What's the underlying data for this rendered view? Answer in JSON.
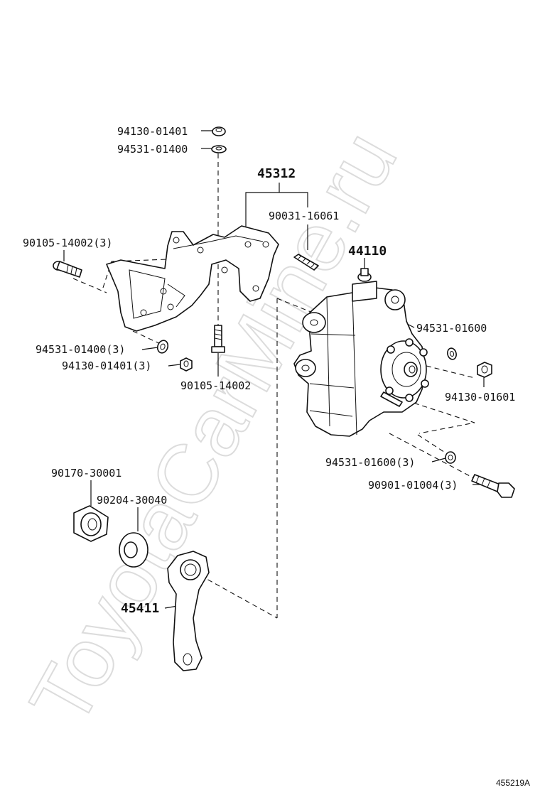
{
  "watermark": "ToyotaCarMine.ru",
  "diagram_code": "455219A",
  "labels": {
    "nut_top": "94130-01401",
    "washer_top": "94531-01400",
    "bracket_assy": "45312",
    "stud": "90031-16061",
    "bolt_left": "90105-14002(3)",
    "gear_assy": "44110",
    "washer_left": "94531-01400(3)",
    "nut_left": "94130-01401(3)",
    "bolt_center": "90105-14002",
    "washer_right": "94531-01600",
    "nut_right": "94130-01601",
    "washer_lower_right": "94531-01600(3)",
    "bolt_lower_right": "90901-01004(3)",
    "nut_large": "90170-30001",
    "lock_washer": "90204-30040",
    "pitman_arm": "45411"
  },
  "icons": {
    "nut": "hex-nut-icon",
    "washer": "washer-icon",
    "bolt": "bolt-icon",
    "stud": "stud-icon",
    "bracket": "steering-bracket-icon",
    "gear": "steering-gear-housing-icon",
    "arm": "pitman-arm-icon"
  }
}
